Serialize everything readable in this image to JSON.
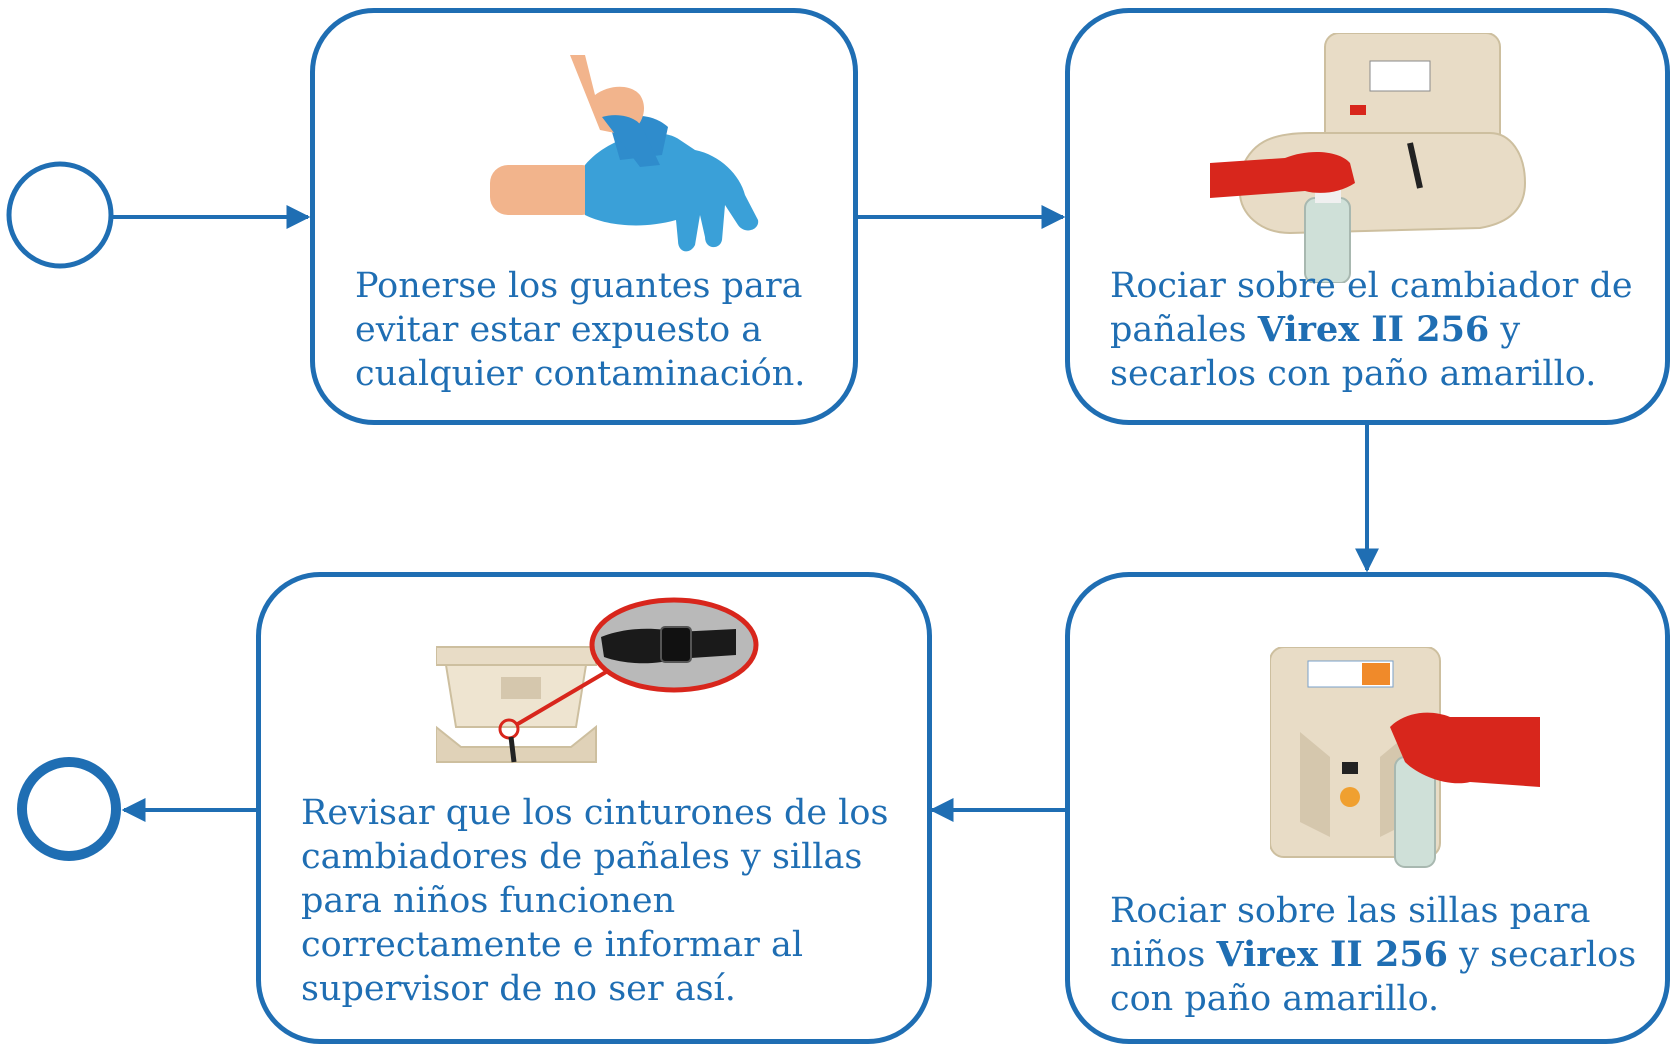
{
  "colors": {
    "accent": "#1f6eb3",
    "glove_blue": "#3aa0d8",
    "glove_red": "#d8261c",
    "skin": "#f2b48c",
    "beige": "#e8dcc6"
  },
  "nodes": {
    "start": {
      "type": "start-event"
    },
    "end": {
      "type": "end-event"
    },
    "step1": {
      "text": "Ponerse los guantes para\nevitar estar expuesto a\ncualquier contaminación.",
      "image": "blue-gloves-photo"
    },
    "step2": {
      "text_before": "Rociar sobre el cambiador de\npañales ",
      "product": "Virex II 256",
      "text_after": " y\nsecarlos con paño amarillo.",
      "image": "diaper-changer-spray-photo"
    },
    "step3": {
      "text_before": "Rociar sobre las sillas para\nniños ",
      "product": "Virex II 256",
      "text_after": " y secarlos\ncon paño amarillo.",
      "image": "child-seat-spray-photo"
    },
    "step4": {
      "text": "Revisar que los cinturones de los\ncambiadores de pañales y sillas\npara niños funcionen\ncorrectamente e informar al\nsupervisor      de no ser así.",
      "image": "belt-inspection-photo"
    }
  },
  "edges": [
    {
      "from": "start",
      "to": "step1"
    },
    {
      "from": "step1",
      "to": "step2"
    },
    {
      "from": "step2",
      "to": "step3"
    },
    {
      "from": "step3",
      "to": "step4"
    },
    {
      "from": "step4",
      "to": "end"
    }
  ]
}
